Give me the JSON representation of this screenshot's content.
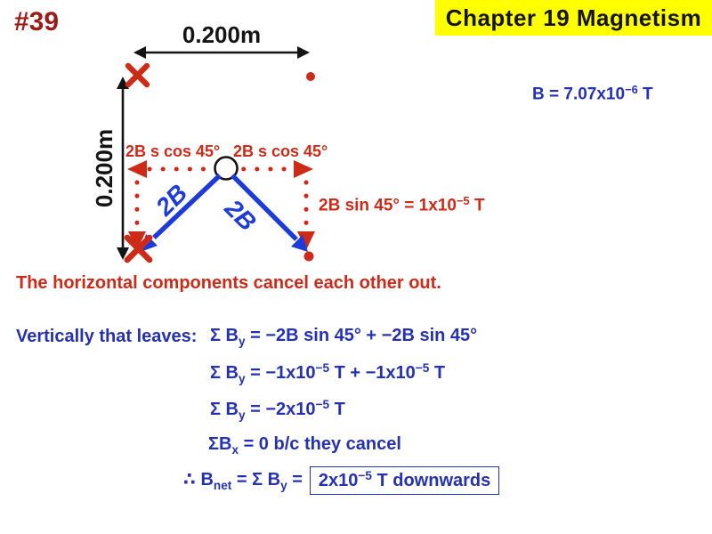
{
  "colors": {
    "dark_red": "#9C1B16",
    "red": "#CE2A18",
    "blue_text": "#2531B4",
    "blue_arrow": "#1C3BD8",
    "yellow": "#FFFF00",
    "black": "#141414"
  },
  "slide": {
    "problem_number": "#39",
    "banner_title": "Chapter 19 Magnetism"
  },
  "diagram": {
    "top_distance": "0.200m",
    "side_distance": "0.200m",
    "cos_component_left": "2B s cos 45°",
    "cos_component_right": "2B s cos 45°",
    "vector_label_left": "2B",
    "vector_label_right": "2B",
    "sin_component": {
      "tokens": [
        {
          "t": "2B sin 45° = 1x10",
          "k": "n"
        },
        {
          "t": "−5",
          "k": "sup"
        },
        {
          "t": " T",
          "k": "n"
        }
      ]
    },
    "field_magnitude": {
      "tokens": [
        {
          "t": "B = 7.07x10",
          "k": "n"
        },
        {
          "t": "−6",
          "k": "sup"
        },
        {
          "t": " T",
          "k": "n"
        }
      ]
    },
    "wire_symbols": {
      "top_left": "X",
      "top_right": "•",
      "bottom_left": "X",
      "bottom_right": "•"
    }
  },
  "text": {
    "horizontal_note": "The horizontal components cancel each other out.",
    "vertical_lead": "Vertically that leaves:"
  },
  "equations": {
    "line1": {
      "tokens": [
        {
          "t": "Σ B",
          "k": "n"
        },
        {
          "t": "y",
          "k": "sub"
        },
        {
          "t": " = −2B sin 45° + −2B sin 45°",
          "k": "n"
        }
      ]
    },
    "line2": {
      "tokens": [
        {
          "t": "Σ B",
          "k": "n"
        },
        {
          "t": "y",
          "k": "sub"
        },
        {
          "t": " = −1x10",
          "k": "n"
        },
        {
          "t": "−5",
          "k": "sup"
        },
        {
          "t": " T + −1x10",
          "k": "n"
        },
        {
          "t": "−5",
          "k": "sup"
        },
        {
          "t": " T",
          "k": "n"
        }
      ]
    },
    "line3": {
      "tokens": [
        {
          "t": "Σ B",
          "k": "n"
        },
        {
          "t": "y",
          "k": "sub"
        },
        {
          "t": " = −2x10",
          "k": "n"
        },
        {
          "t": "−5",
          "k": "sup"
        },
        {
          "t": " T",
          "k": "n"
        }
      ]
    },
    "line4": {
      "tokens": [
        {
          "t": "ΣB",
          "k": "n"
        },
        {
          "t": "x",
          "k": "sub"
        },
        {
          "t": " = 0 b/c they cancel",
          "k": "n"
        }
      ]
    },
    "line5_prefix": {
      "tokens": [
        {
          "t": "∴ B",
          "k": "n"
        },
        {
          "t": "net",
          "k": "sub"
        },
        {
          "t": " = Σ B",
          "k": "n"
        },
        {
          "t": "y",
          "k": "sub"
        },
        {
          "t": " = ",
          "k": "n"
        }
      ]
    },
    "line5_result": {
      "tokens": [
        {
          "t": "2x10",
          "k": "n"
        },
        {
          "t": "−5",
          "k": "sup"
        },
        {
          "t": " T downwards",
          "k": "n"
        }
      ]
    }
  }
}
